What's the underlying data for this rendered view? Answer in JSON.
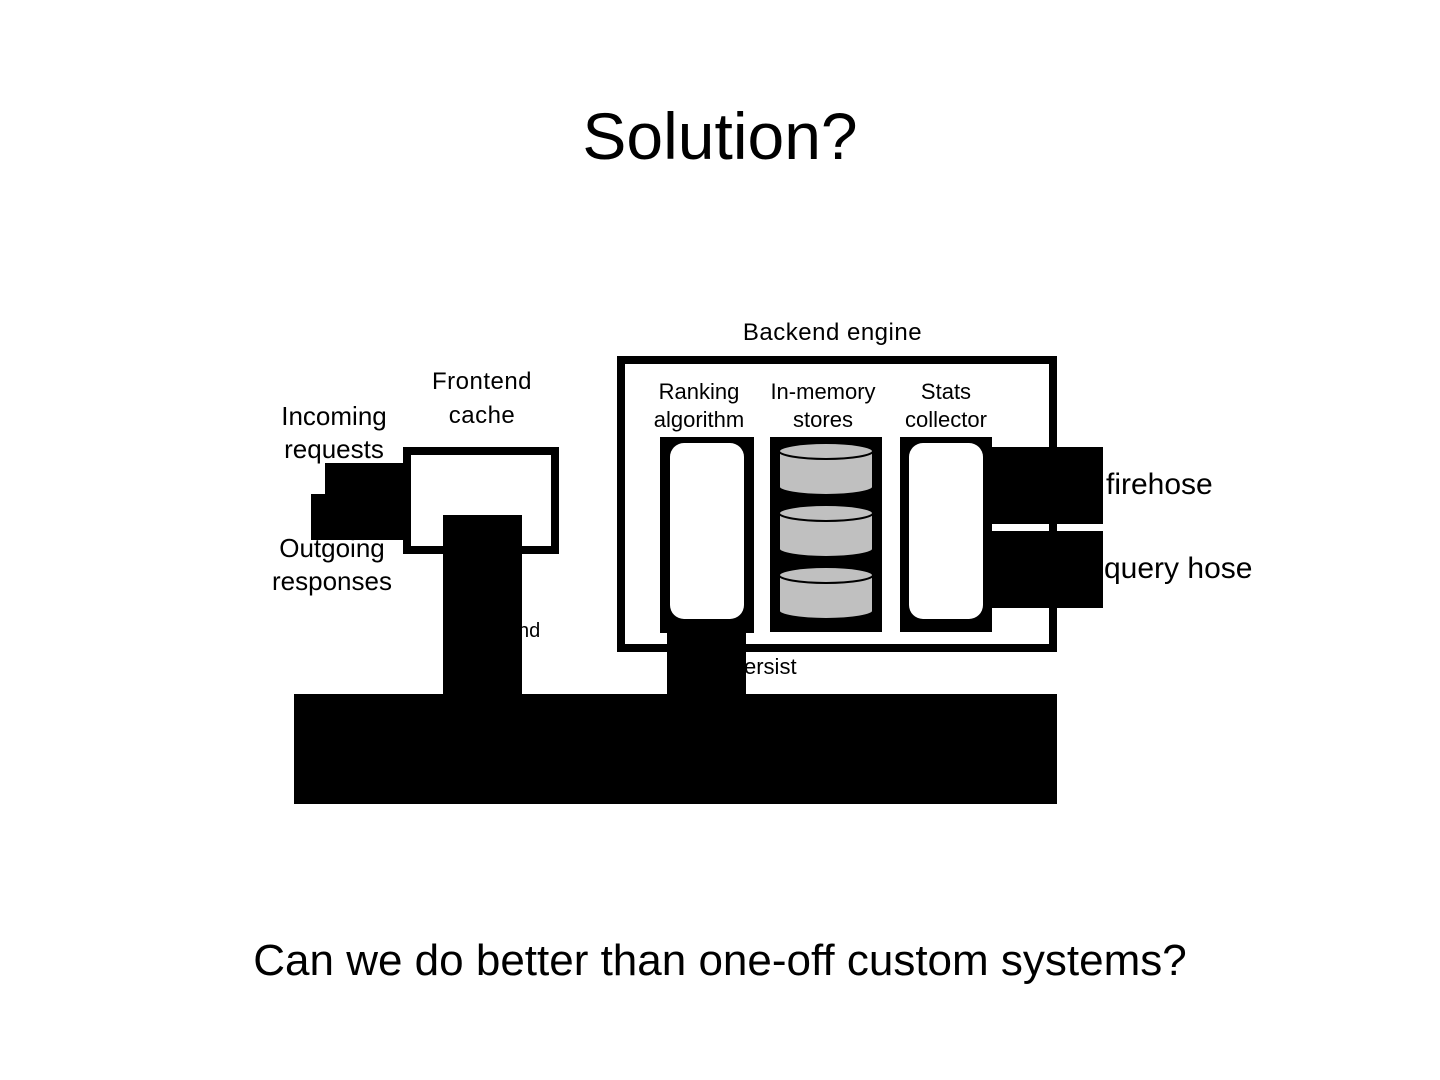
{
  "slide": {
    "title": "Solution?",
    "subtitle": "Can we do better than one-off custom systems?"
  },
  "diagram": {
    "frontend_cache_label_line1": "Frontend",
    "frontend_cache_label_line2": "cache",
    "backend_engine_label": "Backend engine",
    "incoming_line1": "Incoming",
    "incoming_line2": "requests",
    "outgoing_line1": "Outgoing",
    "outgoing_line2": "responses",
    "ranking_line1": "Ranking",
    "ranking_line2": "algorithm",
    "inmemory_line1": "In-memory",
    "inmemory_line2": "stores",
    "stats_line1": "Stats",
    "stats_line2": "collector",
    "firehose": "firehose",
    "query_hose": "query hose",
    "partial_label_1": "nd",
    "partial_label_2": "ersist",
    "colors": {
      "fill_dark": "#000000",
      "cylinder_fill": "#c0c0c0",
      "background": "#ffffff"
    }
  }
}
